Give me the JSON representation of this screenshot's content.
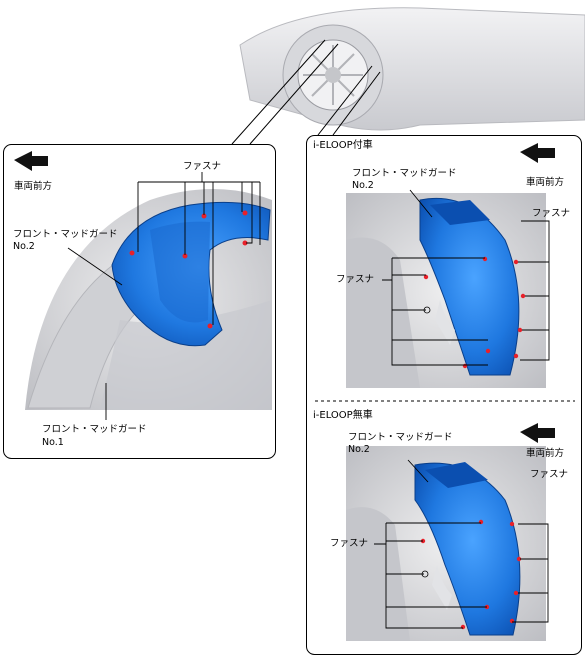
{
  "colors": {
    "panel_border": "#000000",
    "guard_blue": "#1f78e0",
    "guard_dark": "#0b4fb0",
    "marker_red": "#e8202a",
    "background_gray": "#d9dade"
  },
  "icons": {
    "front_arrow": "arrow-left-icon"
  },
  "left_panel": {
    "front_label": "車両前方",
    "fastener_label": "ファスナ",
    "guard2_label": "フロント・マッドガード",
    "guard2_no": "No.2",
    "guard1_label": "フロント・マッドガード",
    "guard1_no": "No.1"
  },
  "right_top": {
    "title": "i-ELOOP付車",
    "guard2_label": "フロント・マッドガード",
    "guard2_no": "No.2",
    "front_label": "車両前方",
    "fastener_right": "ファスナ",
    "fastener_left": "ファスナ"
  },
  "right_bottom": {
    "title": "i-ELOOP無車",
    "guard2_label": "フロント・マッドガード",
    "guard2_no": "No.2",
    "front_label": "車両前方",
    "fastener_right": "ファスナ",
    "fastener_left": "ファスナ"
  }
}
